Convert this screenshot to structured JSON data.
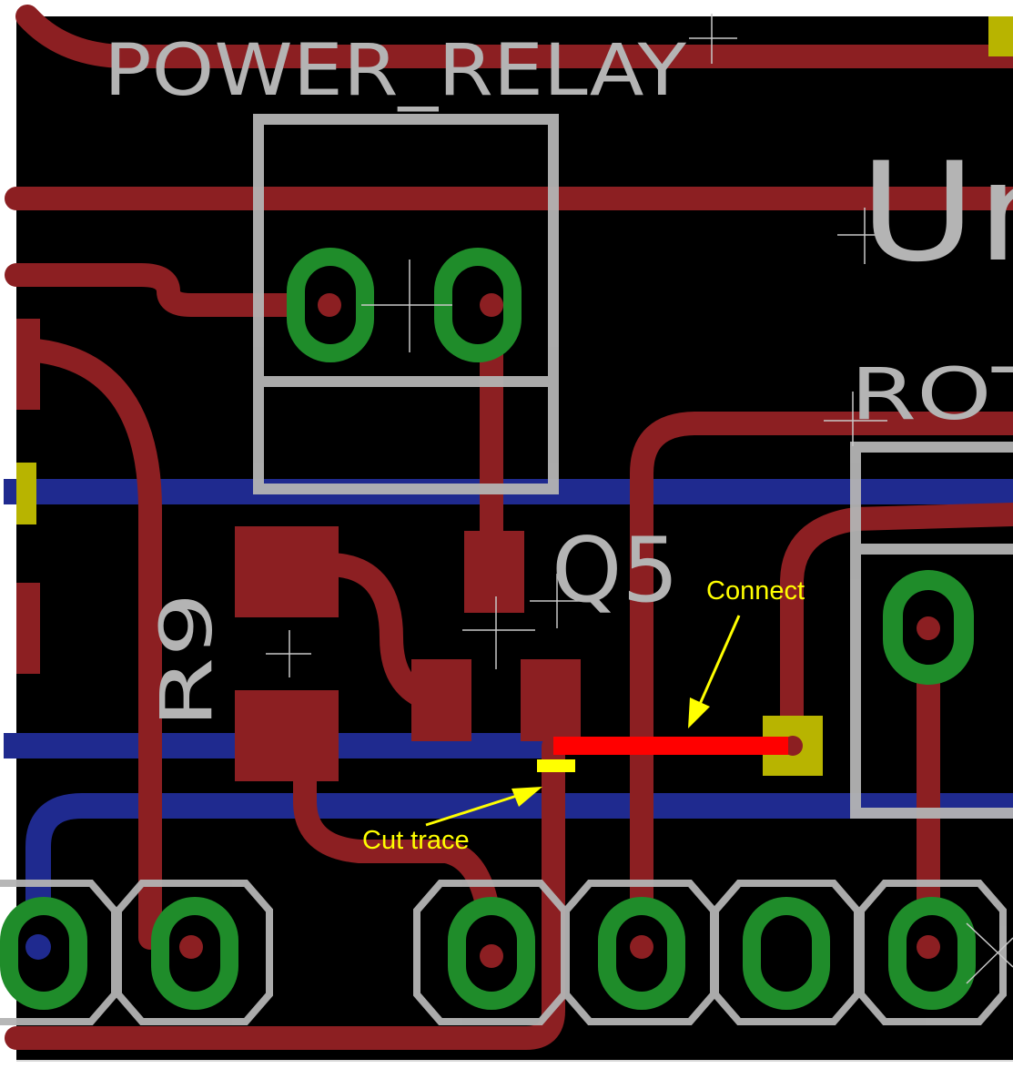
{
  "labels": {
    "power_relay": "POWER_RELAY",
    "un_partial": "Un",
    "rot_partial": "ROT",
    "q5": "Q5",
    "r9": "R9"
  },
  "annotations": {
    "connect": "Connect",
    "cut_trace": "Cut trace"
  },
  "colors": {
    "board": "#000000",
    "top_copper": "#8c1f22",
    "bottom_copper": "#1f2a8f",
    "pad_ring": "#1f8c2a",
    "silkscreen": "#b4b4b4",
    "via_pad": "#b8b400",
    "annotation": "#ffff00",
    "new_connection": "#ff0000"
  }
}
